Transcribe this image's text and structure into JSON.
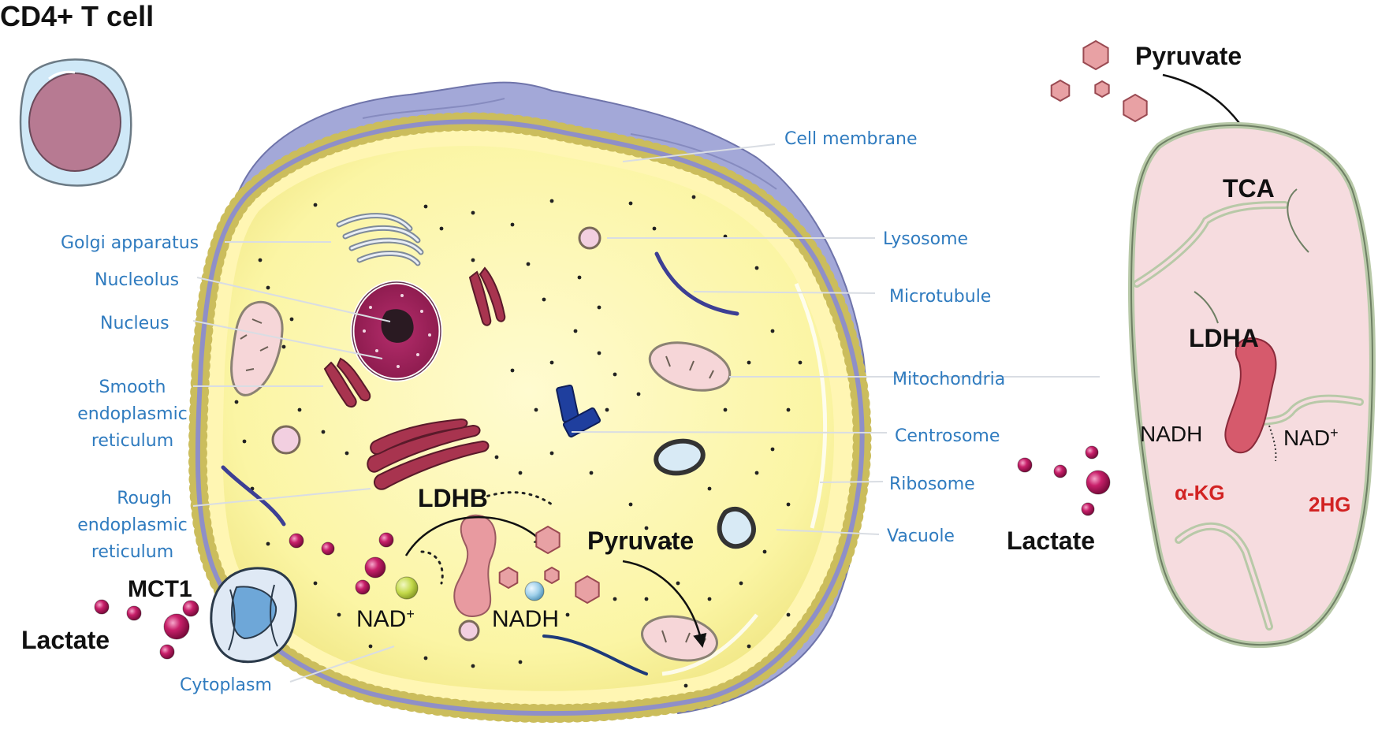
{
  "title": "CD4+ T cell",
  "labels": {
    "cell_membrane": "Cell membrane",
    "golgi": "Golgi apparatus",
    "lysosome": "Lysosome",
    "nucleolus": "Nucleolus",
    "microtubule": "Microtubule",
    "nucleus": "Nucleus",
    "ser_1": "Smooth",
    "ser_2": "endoplasmic",
    "ser_3": "reticulum",
    "mitochondria": "Mitochondria",
    "centrosome": "Centrosome",
    "rer_1": "Rough",
    "rer_2": "endoplasmic",
    "rer_3": "reticulum",
    "ribosome": "Ribosome",
    "vacuole": "Vacuole",
    "cytoplasm": "Cytoplasm"
  },
  "molecules": {
    "mct1": "MCT1",
    "lactate_left": "Lactate",
    "ldhb": "LDHB",
    "nad_cell": "NAD",
    "nadh_cell": "NADH",
    "pyruvate_cell": "Pyruvate",
    "pyruvate_top": "Pyruvate",
    "tca": "TCA",
    "ldha": "LDHA",
    "nadh_mito": "NADH",
    "nad_mito": "NAD",
    "akg": "α-KG",
    "hg2": "2HG",
    "lactate_right": "Lactate",
    "plus": "+"
  },
  "colors": {
    "label_blue": "#2f7bbf",
    "cytoplasm": "#fbf6a8",
    "membrane_outer": "#a3a8d8",
    "mito_fill": "#f6d6d8",
    "enzyme": "#d8707a",
    "lactate": "#b3135a",
    "akg": "#d81f1f",
    "hg2": "#9b3fb6",
    "nad": "#c9de4a",
    "nadh": "#9fd0ea",
    "red_text": "#d22323"
  }
}
